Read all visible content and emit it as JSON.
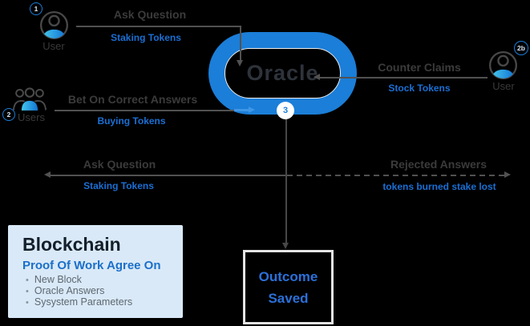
{
  "oracle": {
    "label": "Oracle",
    "step_badge": "3"
  },
  "actors": {
    "asker": {
      "badge": "1",
      "label": "User"
    },
    "bettors": {
      "badge": "2",
      "label": "Users"
    },
    "counter": {
      "badge": "2b",
      "label": "User"
    }
  },
  "flows": {
    "ask_top": {
      "title": "Ask Question",
      "subtitle": "Staking Tokens"
    },
    "bet": {
      "title": "Bet On Correct Answers",
      "subtitle": "Buying Tokens"
    },
    "counter": {
      "title": "Counter Claims",
      "subtitle": "Stock Tokens"
    },
    "ask_mid": {
      "title": "Ask Question",
      "subtitle": "Staking Tokens"
    },
    "rejected": {
      "title": "Rejected Answers",
      "subtitle": "tokens burned stake lost"
    }
  },
  "blockchain": {
    "title": "Blockchain",
    "subtitle": "Proof Of Work Agree On",
    "items": [
      "New Block",
      "Oracle Answers",
      "Sysystem Parameters"
    ]
  },
  "outcome": {
    "line1": "Outcome",
    "line2": "Saved"
  },
  "colors": {
    "accent_blue": "#1b7ed8",
    "text_blue": "#1a6fd4",
    "muted_text": "#3b3b3b",
    "panel_bg": "#d9e9f7"
  }
}
